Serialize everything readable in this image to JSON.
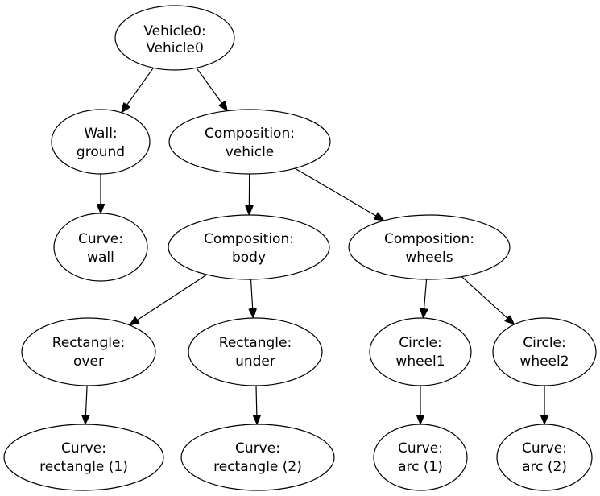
{
  "diagram": {
    "nodes": {
      "vehicle0": {
        "line1": "Vehicle0:",
        "line2": "Vehicle0"
      },
      "wall_ground": {
        "line1": "Wall:",
        "line2": "ground"
      },
      "composition_vehicle": {
        "line1": "Composition:",
        "line2": "vehicle"
      },
      "curve_wall": {
        "line1": "Curve:",
        "line2": "wall"
      },
      "composition_body": {
        "line1": "Composition:",
        "line2": "body"
      },
      "composition_wheels": {
        "line1": "Composition:",
        "line2": "wheels"
      },
      "rectangle_over": {
        "line1": "Rectangle:",
        "line2": "over"
      },
      "rectangle_under": {
        "line1": "Rectangle:",
        "line2": "under"
      },
      "circle_wheel1": {
        "line1": "Circle:",
        "line2": "wheel1"
      },
      "circle_wheel2": {
        "line1": "Circle:",
        "line2": "wheel2"
      },
      "curve_rectangle1": {
        "line1": "Curve:",
        "line2": "rectangle (1)"
      },
      "curve_rectangle2": {
        "line1": "Curve:",
        "line2": "rectangle (2)"
      },
      "curve_arc1": {
        "line1": "Curve:",
        "line2": "arc (1)"
      },
      "curve_arc2": {
        "line1": "Curve:",
        "line2": "arc (2)"
      }
    },
    "edges": [
      {
        "from": "vehicle0",
        "to": "wall_ground"
      },
      {
        "from": "vehicle0",
        "to": "composition_vehicle"
      },
      {
        "from": "wall_ground",
        "to": "curve_wall"
      },
      {
        "from": "composition_vehicle",
        "to": "composition_body"
      },
      {
        "from": "composition_vehicle",
        "to": "composition_wheels"
      },
      {
        "from": "composition_body",
        "to": "rectangle_over"
      },
      {
        "from": "composition_body",
        "to": "rectangle_under"
      },
      {
        "from": "composition_wheels",
        "to": "circle_wheel1"
      },
      {
        "from": "composition_wheels",
        "to": "circle_wheel2"
      },
      {
        "from": "rectangle_over",
        "to": "curve_rectangle1"
      },
      {
        "from": "rectangle_under",
        "to": "curve_rectangle2"
      },
      {
        "from": "circle_wheel1",
        "to": "curve_arc1"
      },
      {
        "from": "circle_wheel2",
        "to": "curve_arc2"
      }
    ]
  }
}
